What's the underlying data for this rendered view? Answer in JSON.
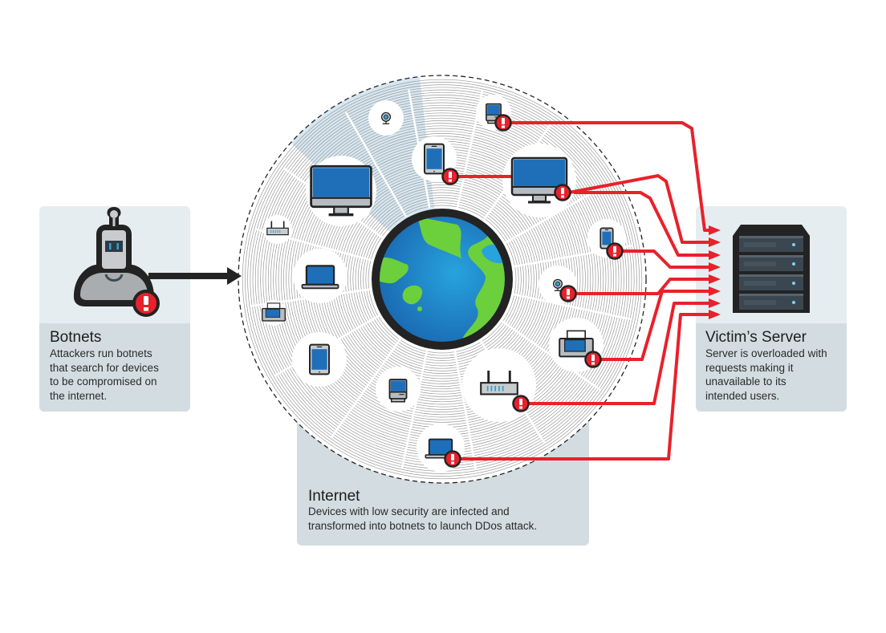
{
  "panels": {
    "botnets": {
      "title": "Botnets",
      "description": [
        "Attackers run botnets",
        "that search for devices",
        "to be compromised on",
        "the internet."
      ]
    },
    "server": {
      "title": "Victim’s Server",
      "description": [
        "Server is overloaded with",
        "requests making it",
        "unavailable to its",
        "intended users."
      ]
    },
    "internet": {
      "title": "Internet",
      "description": [
        "Devices with low security are infected and",
        "transformed into botnets to launch DDos attack."
      ]
    }
  },
  "icons": {
    "center": "globe-icon",
    "attacker": "robot-icon",
    "target": "server-rack-icon",
    "alert": "alert-exclamation-icon"
  },
  "devices": [
    {
      "name": "webcam",
      "icon": "webcam-icon",
      "infected": false
    },
    {
      "name": "desktop-computer",
      "icon": "desktop-computer-icon",
      "infected": false
    },
    {
      "name": "router",
      "icon": "router-icon",
      "infected": false
    },
    {
      "name": "laptop",
      "icon": "laptop-icon",
      "infected": false
    },
    {
      "name": "printer",
      "icon": "printer-icon",
      "infected": false
    },
    {
      "name": "tablet",
      "icon": "tablet-icon",
      "infected": false
    },
    {
      "name": "storage-drive",
      "icon": "storage-drive-icon",
      "infected": false
    },
    {
      "name": "storage-drive",
      "icon": "storage-drive-icon",
      "infected": true
    },
    {
      "name": "tablet",
      "icon": "tablet-icon",
      "infected": true
    },
    {
      "name": "desktop-computer",
      "icon": "desktop-computer-icon",
      "infected": true
    },
    {
      "name": "smartphone",
      "icon": "smartphone-icon",
      "infected": true
    },
    {
      "name": "webcam",
      "icon": "webcam-icon",
      "infected": true
    },
    {
      "name": "printer",
      "icon": "printer-icon",
      "infected": true
    },
    {
      "name": "router",
      "icon": "router-icon",
      "infected": true
    },
    {
      "name": "laptop",
      "icon": "laptop-icon",
      "infected": true
    }
  ],
  "colors": {
    "attack": "#e8212b",
    "panel_light": "#e6edf0",
    "panel_dark": "#d3dde1",
    "screen": "#1f6fb8",
    "land": "#6ccf3c",
    "outline": "#232323",
    "highlight_sector": "#cfe2ee"
  }
}
